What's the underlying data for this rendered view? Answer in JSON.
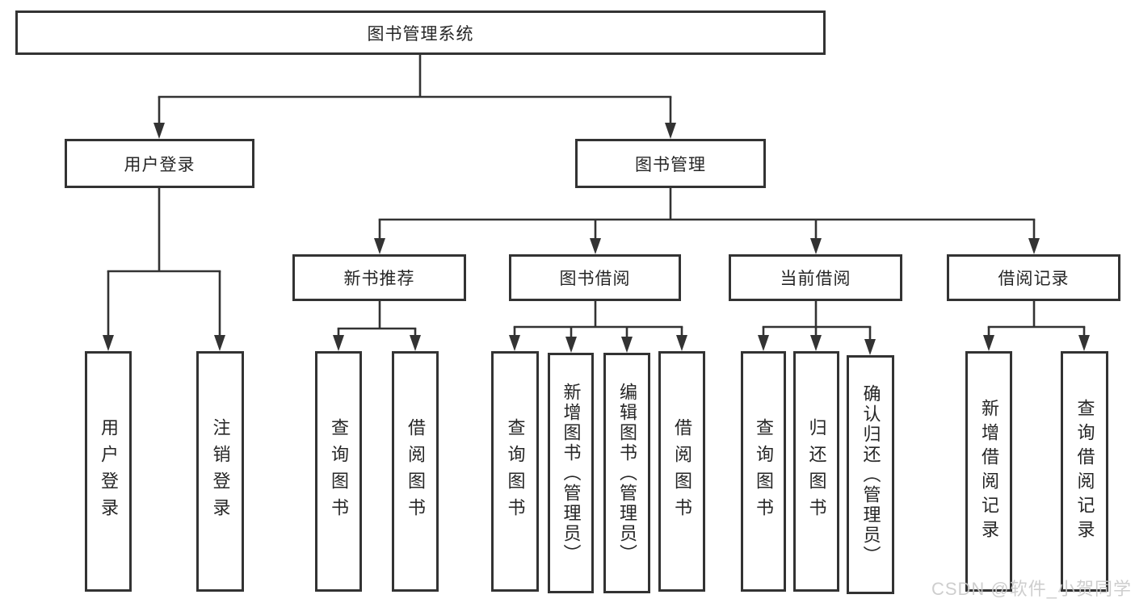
{
  "diagram": {
    "title": "图书管理系统",
    "watermark": "CSDN @软件_小贺同学",
    "colors": {
      "line": "#333333",
      "text": "#262626",
      "box_background": "#ffffff",
      "watermark": "#c9c9c9"
    },
    "nodes": [
      {
        "id": "root",
        "label": "图书管理系统"
      },
      {
        "id": "user-login",
        "label": "用户登录"
      },
      {
        "id": "book-management",
        "label": "图书管理"
      },
      {
        "id": "new-book-recommend",
        "label": "新书推荐"
      },
      {
        "id": "book-borrowing",
        "label": "图书借阅"
      },
      {
        "id": "current-borrowing",
        "label": "当前借阅"
      },
      {
        "id": "borrowing-records",
        "label": "借阅记录"
      },
      {
        "id": "leaf-user-login",
        "label": "用户登录"
      },
      {
        "id": "leaf-logout",
        "label": "注销登录"
      },
      {
        "id": "leaf-rec-query-books",
        "label": "查询图书"
      },
      {
        "id": "leaf-rec-borrow-books",
        "label": "借阅图书"
      },
      {
        "id": "leaf-bor-query-books",
        "label": "查询图书"
      },
      {
        "id": "leaf-bor-add-books",
        "label": "新增图书（管理员）"
      },
      {
        "id": "leaf-bor-edit-books",
        "label": "编辑图书（管理员）"
      },
      {
        "id": "leaf-bor-borrow-books",
        "label": "借阅图书"
      },
      {
        "id": "leaf-cur-query-books",
        "label": "查询图书"
      },
      {
        "id": "leaf-cur-return-books",
        "label": "归还图书"
      },
      {
        "id": "leaf-cur-confirm-return",
        "label": "确认归还（管理员）"
      },
      {
        "id": "leaf-add-borrow-record",
        "label": "新增借阅记录"
      },
      {
        "id": "leaf-query-borrow-record",
        "label": "查询借阅记录"
      }
    ],
    "hierarchy": {
      "root": [
        "user-login",
        "book-management"
      ],
      "user-login": [
        "leaf-user-login",
        "leaf-logout"
      ],
      "book-management": [
        "new-book-recommend",
        "book-borrowing",
        "current-borrowing",
        "borrowing-records"
      ],
      "new-book-recommend": [
        "leaf-rec-query-books",
        "leaf-rec-borrow-books"
      ],
      "book-borrowing": [
        "leaf-bor-query-books",
        "leaf-bor-add-books",
        "leaf-bor-edit-books",
        "leaf-bor-borrow-books"
      ],
      "current-borrowing": [
        "leaf-cur-query-books",
        "leaf-cur-return-books",
        "leaf-cur-confirm-return"
      ],
      "borrowing-records": [
        "leaf-add-borrow-record",
        "leaf-query-borrow-record"
      ]
    }
  }
}
